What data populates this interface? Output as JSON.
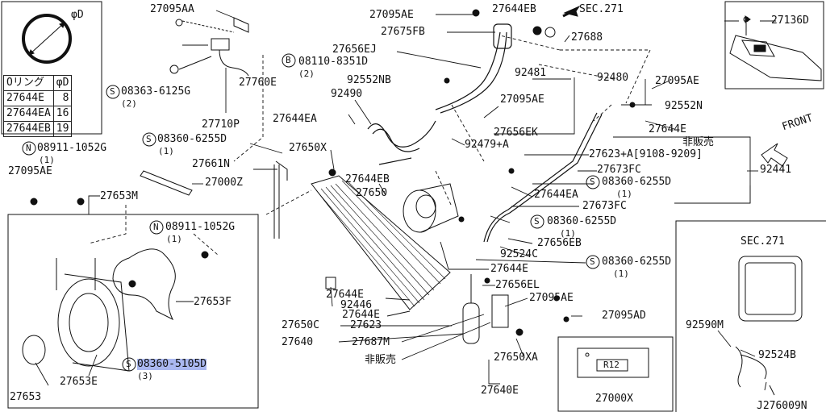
{
  "oring_table": {
    "header": [
      "Oリング",
      "φD"
    ],
    "rows": [
      [
        "27644E",
        "8"
      ],
      [
        "27644EA",
        "16"
      ],
      [
        "27644EB",
        "19"
      ]
    ],
    "dia_label": "φD"
  },
  "labels": {
    "p27095AA": "27095AA",
    "p27760E": "27760E",
    "p08363": "08363-6125G",
    "p08363q": "(2)",
    "p27710P": "27710P",
    "p08360a": "08360-6255D",
    "p08360aq": "(1)",
    "p08911a": "08911-1052G",
    "p08911aq": "(1)",
    "p27095AE_a": "27095AE",
    "p27661N": "27661N",
    "p27000Z": "27000Z",
    "p27653M": "27653M",
    "p08911b": "08911-1052G",
    "p08911bq": "(1)",
    "p27653F": "27653F",
    "p08360_5105": "08360-5105D",
    "p08360_5105q": "(3)",
    "p27653E": "27653E",
    "p27653": "27653",
    "p27095AE_b": "27095AE",
    "p27675FB": "27675FB",
    "p27656EJ": "27656EJ",
    "p08110": "08110-8351D",
    "p08110q": "(2)",
    "p92552NB": "92552NB",
    "p92490": "92490",
    "p27644EA_a": "27644EA",
    "p27650X": "27650X",
    "p27644EB_a": "27644EB",
    "p27650": "27650",
    "p27644EB_top": "27644EB",
    "sec271_top": "SEC.271",
    "p27688": "27688",
    "p92481": "92481",
    "p92480": "92480",
    "p27095AE_c": "27095AE",
    "p92552N": "92552N",
    "p27095AE_d": "27095AE",
    "p27656EK": "27656EK",
    "p92479A": "92479+A",
    "p27644E_a": "27644E",
    "hihanbai_a": "非販売",
    "p27623A": "27623+A[9108-9209]",
    "p27673FC_a": "27673FC",
    "p92441": "92441",
    "p08360b": "08360-6255D",
    "p08360bq": "(1)",
    "p27644EA_b": "27644EA",
    "p27673FC_b": "27673FC",
    "p08360c": "08360-6255D",
    "p08360cq": "(1)",
    "p27656EB": "27656EB",
    "p92524C": "92524C",
    "p08360d": "08360-6255D",
    "p08360dq": "(1)",
    "p27644E_b": "27644E",
    "p27656EL": "27656EL",
    "p27644E_c": "27644E",
    "p92446": "92446",
    "p27644E_d": "27644E",
    "p27650C": "27650C",
    "p27623": "27623",
    "p27640": "27640",
    "p27687M": "27687M",
    "hihanbai_b": "非販売",
    "p27095AE_e": "27095AE",
    "p27095AD": "27095AD",
    "p27650XA": "27650XA",
    "p27640E": "27640E",
    "p27000X": "27000X",
    "r12": "R12",
    "p27136D": "27136D",
    "front": "FRONT",
    "sec271_b": "SEC.271",
    "p92590M": "92590M",
    "p92524B": "92524B",
    "p_footer": "J276009N"
  },
  "callout_letters": {
    "s": "S",
    "n": "N",
    "b": "B"
  },
  "colors": {
    "line": "#111111",
    "highlight": "#aab8f0",
    "background": "#ffffff"
  }
}
